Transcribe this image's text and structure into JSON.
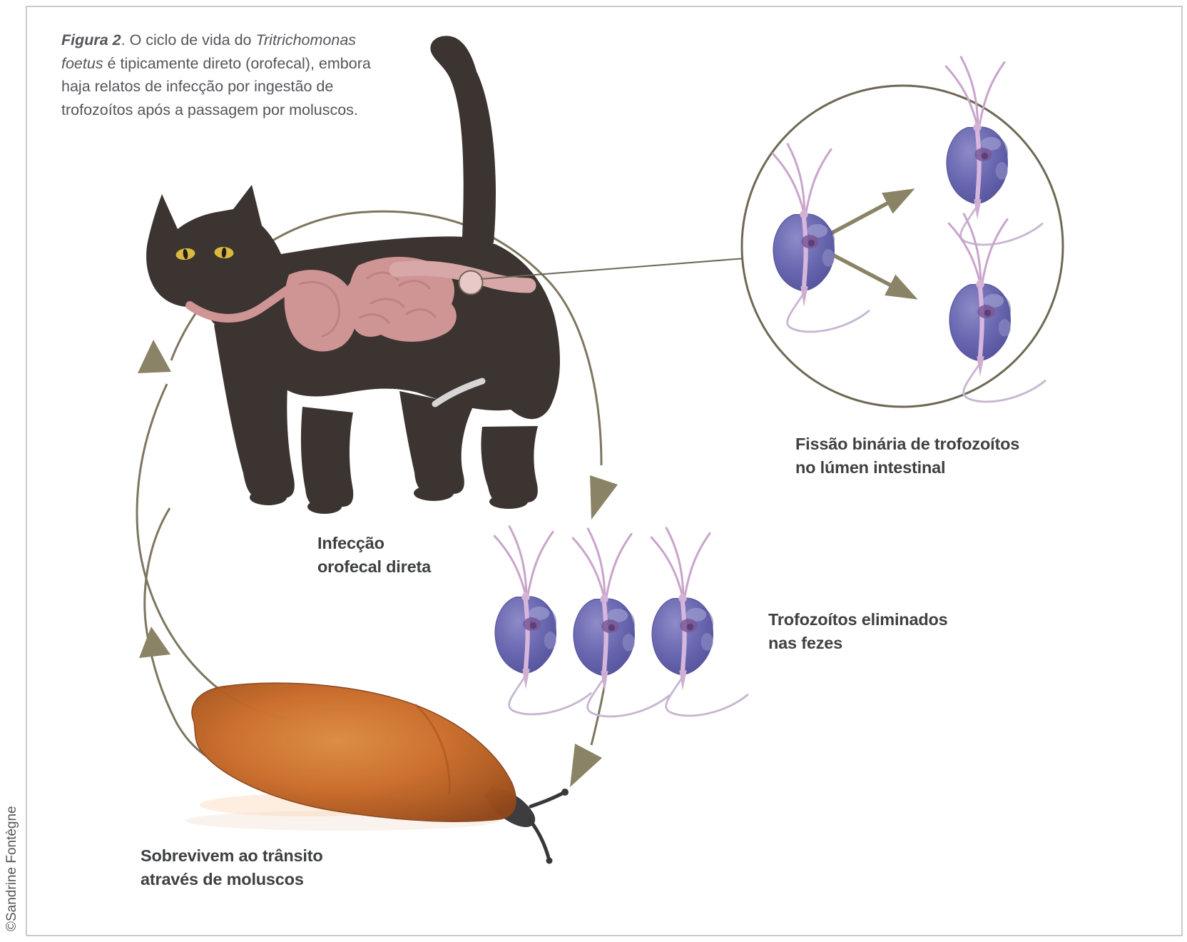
{
  "colors": {
    "accent_olive": "#8B8366",
    "line_olive": "#7D7660",
    "trophozoite_purple": "#6A68B0",
    "slug_orange": "#C8682B",
    "cat_body": "#3B3430",
    "organs_pink": "#CF9494",
    "eye_yellow": "#D9B93F",
    "label_text": "#3F4042",
    "caption_text": "#55565A",
    "frame_border": "#CBCBCB"
  },
  "caption": {
    "fig_label": "Figura 2",
    "line1_rest": ".  O ciclo de vida do ",
    "line1_italic": "Tritrichomonas",
    "line2_italic": "foetus",
    "line2_rest": " é tipicamente direto (orofecal), embora",
    "line3": "haja relatos de infecção por ingestão de",
    "line4": "trofozoítos após a passagem por moluscos."
  },
  "labels": {
    "fission_line1": "Fissão binária de trofozoítos",
    "fission_line2": "no lúmen intestinal",
    "feces_line1": "Trofozoítos eliminados",
    "feces_line2": "nas fezes",
    "infection_line1": "Infecção",
    "infection_line2": "orofecal direta",
    "mollusc_line1": "Sobrevivem ao trânsito",
    "mollusc_line2": "através de moluscos",
    "credit": "©Sandrine Fontègne"
  }
}
